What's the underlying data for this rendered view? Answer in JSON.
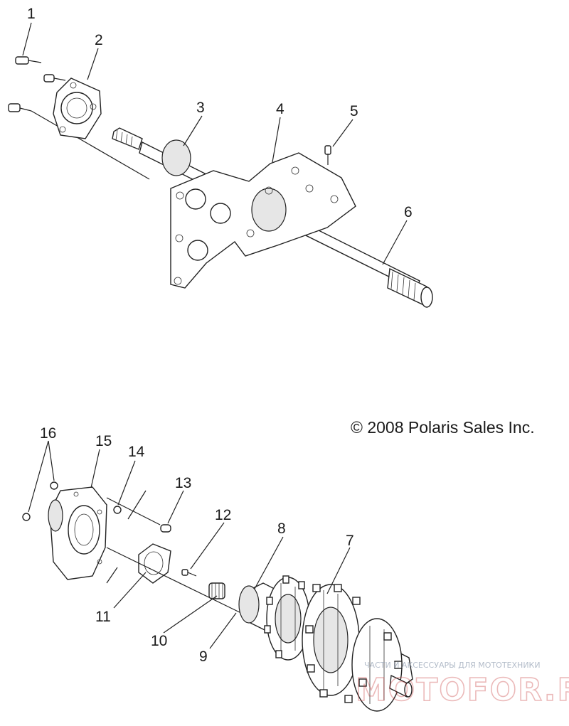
{
  "diagram": {
    "copyright": "© 2008 Polaris Sales Inc.",
    "callouts": [
      "1",
      "2",
      "3",
      "4",
      "5",
      "6",
      "16",
      "15",
      "14",
      "13",
      "12",
      "8",
      "7",
      "11",
      "10",
      "9"
    ],
    "watermark": {
      "tagline": "ЧАСТИ И АКСЕССУАРЫ ДЛЯ МОТОТЕХНИКИ",
      "brand": "MOTOFOR.RU"
    },
    "line_color": "#222222",
    "watermark_color": "#c83a3a"
  }
}
